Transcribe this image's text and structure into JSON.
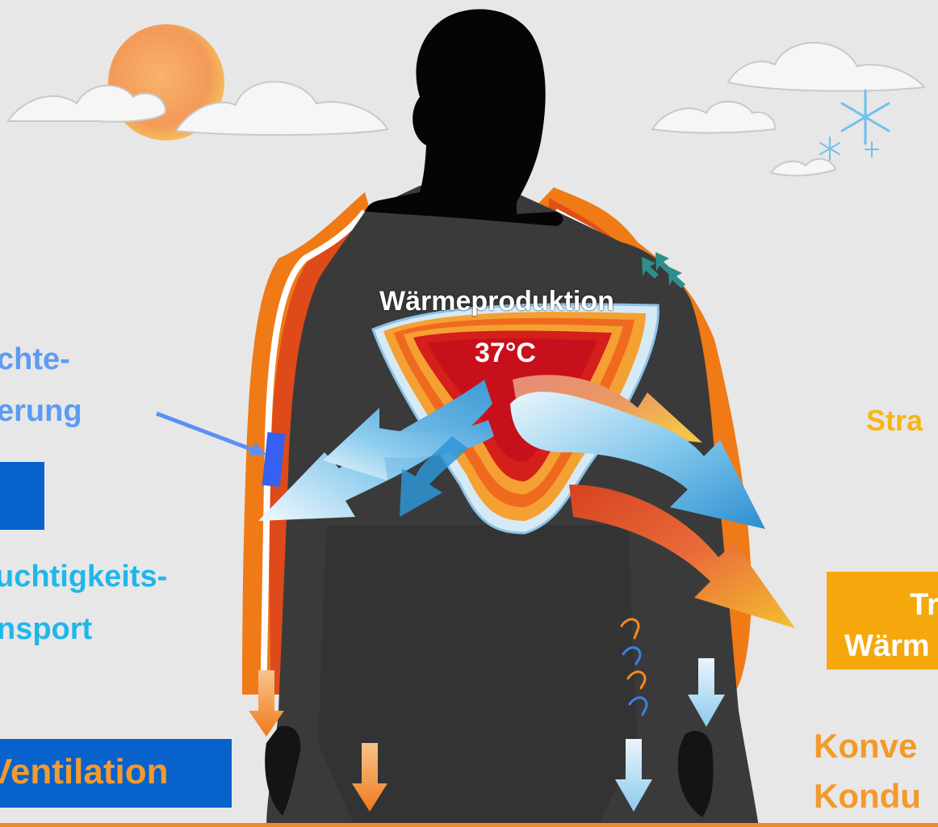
{
  "labels": {
    "heat_production": "Wärmeproduktion",
    "core_temp": "37°C",
    "moisture_regulation_1": "chte-",
    "moisture_regulation_2": "erung",
    "moisture_transport_1": "uchtigkeits-",
    "moisture_transport_2": "nsport",
    "ventilation": "Ventilation",
    "radiation": "Stra",
    "dry_heat_1": "Tr",
    "dry_heat_2": "Wärm",
    "convection": "Konve",
    "conduction": "Kondu"
  },
  "colors": {
    "background": "#e7e7e7",
    "body": "#3a3a3a",
    "head": "#050505",
    "blue_label": "#5b9bf3",
    "cyan_label": "#1fb7ea",
    "orange_label": "#f39a2c",
    "yellow_label": "#f6b614",
    "blue_box": "#0862cc",
    "yellow_box": "#f6a70c",
    "heat_red": "#c8101c",
    "heat_orange": "#f48a14",
    "sun": "#f4a45a"
  },
  "icons": [
    "sun-icon",
    "cloud-icon",
    "snowflake-icon"
  ]
}
